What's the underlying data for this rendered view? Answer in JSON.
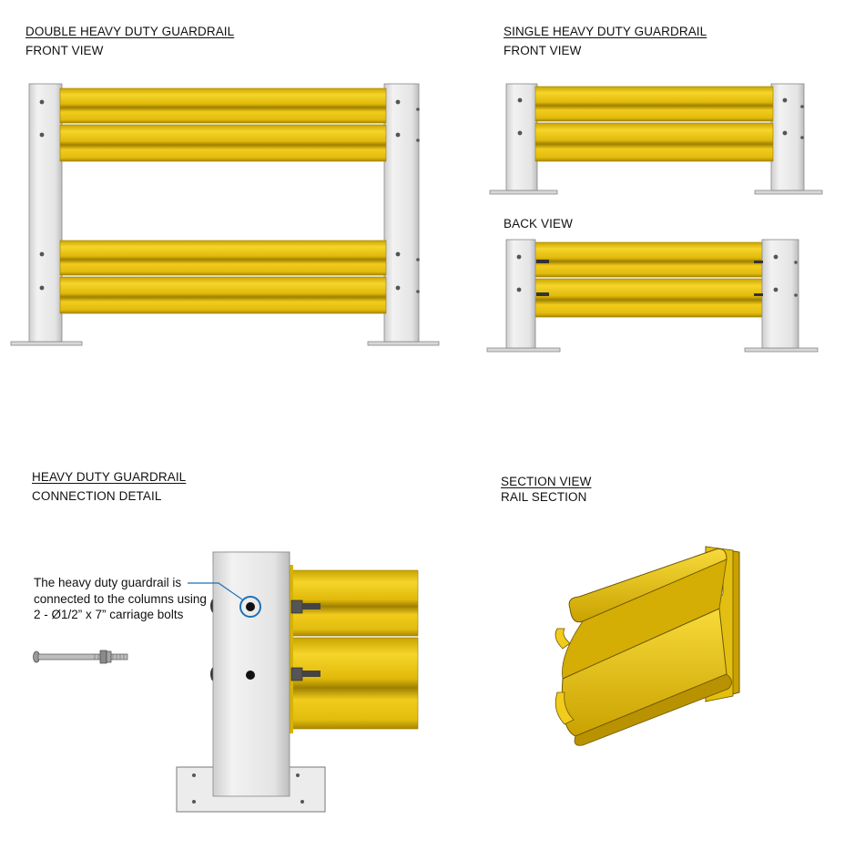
{
  "panels": {
    "double": {
      "title": "DOUBLE HEAVY DUTY GUARDRAIL",
      "subtitle": "FRONT VIEW"
    },
    "single": {
      "title": "SINGLE HEAVY DUTY GUARDRAIL",
      "subtitle": "FRONT VIEW"
    },
    "back": {
      "subtitle": "BACK VIEW"
    },
    "connection": {
      "title": "HEAVY DUTY GUARDRAIL",
      "subtitle": "CONNECTION DETAIL"
    },
    "section": {
      "title": "SECTION VIEW",
      "subtitle": "RAIL SECTION"
    }
  },
  "callout": {
    "text": "The heavy duty guardrail is connected to the columns using 2 - Ø1/2” x 7” carriage bolts"
  },
  "colors": {
    "rail": "#f2cc1c",
    "rail_dark": "#b08f00",
    "post": "#e6e6e6",
    "post_edge": "#8c8c8c",
    "accent": "#1f6fb5"
  }
}
